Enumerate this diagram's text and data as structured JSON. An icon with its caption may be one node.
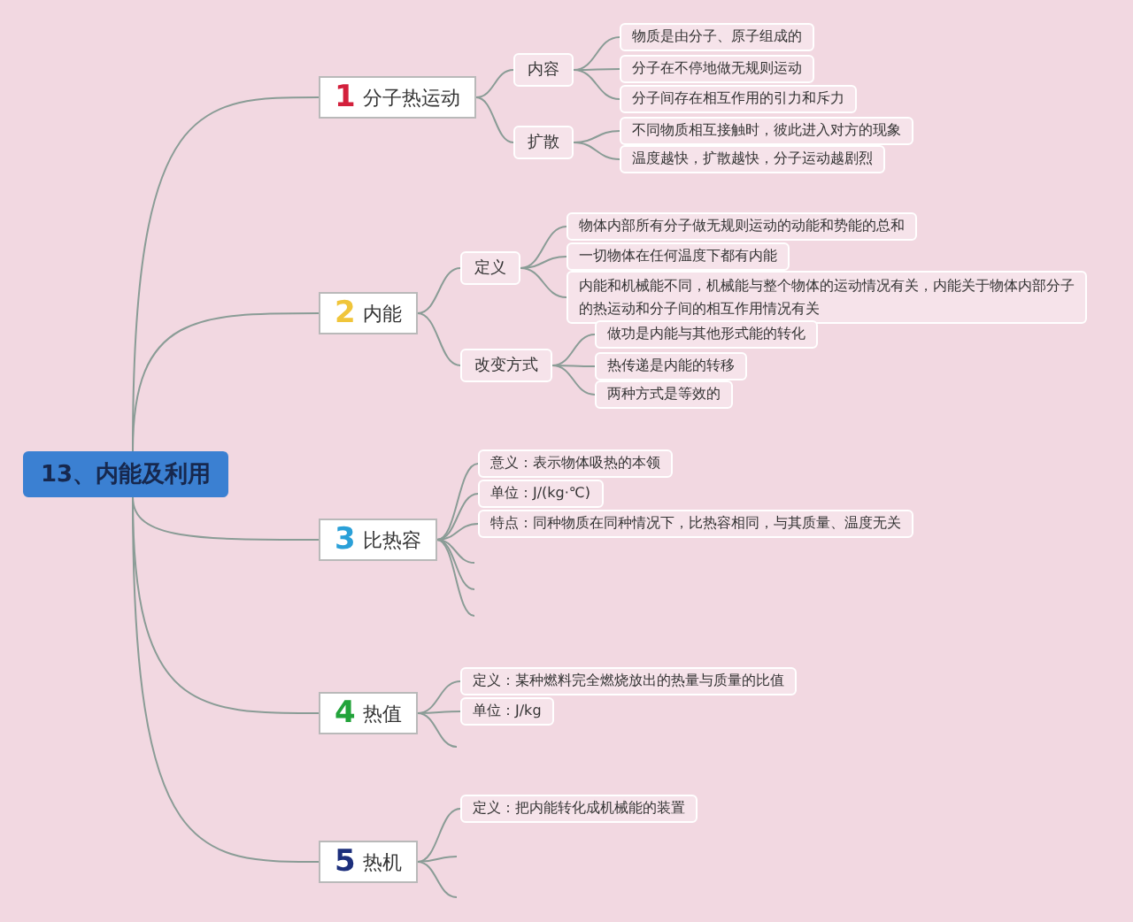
{
  "diagram": {
    "nodes": [
      {
        "text": [
          "13、内能及利用"
        ]
      },
      {
        "text": [
          "1",
          "分子热运动"
        ]
      },
      {
        "text": [
          "内容"
        ]
      },
      {
        "text": [
          "物质是由分子、原子组成的"
        ]
      },
      {
        "text": [
          "分子在不停地做无规则运动"
        ]
      },
      {
        "text": [
          "分子间存在相互作用的引力和斥力"
        ]
      },
      {
        "text": [
          "扩散"
        ]
      },
      {
        "text": [
          "不同物质相互接触时，彼此进入对方的现象"
        ]
      },
      {
        "text": [
          "温度越快，扩散越快，分子运动越剧烈"
        ]
      },
      {
        "text": [
          "2",
          "内能"
        ]
      },
      {
        "text": [
          "定义"
        ]
      },
      {
        "text": [
          "物体内部所有分子做无规则运动的动能和势能的总和"
        ]
      },
      {
        "text": [
          "一切物体在任何温度下都有内能"
        ]
      },
      {
        "text": [
          "内能和机械能不同，机械能与整个物体的运动情况有关，内能关于物体内部分子的热运动和分子间的相互作用情况有关"
        ]
      },
      {
        "text": [
          "改变方式"
        ]
      },
      {
        "text": [
          "做功是内能与其他形式能的转化"
        ]
      },
      {
        "text": [
          "热传递是内能的转移"
        ]
      },
      {
        "text": [
          "两种方式是等效的"
        ]
      },
      {
        "text": [
          "3",
          "比热容"
        ]
      },
      {
        "text": [
          "意义：表示物体吸热的本领"
        ]
      },
      {
        "text": [
          "单位：J/(kg·℃)"
        ]
      },
      {
        "text": [
          "特点：同种物质在同种情况下，比热容相同，与其质量、温度无关"
        ]
      },
      {
        "text": [
          "4",
          "热值"
        ]
      },
      {
        "text": [
          "定义：某种燃料完全燃烧放出的热量与质量的比值"
        ]
      },
      {
        "text": [
          "单位：J/kg"
        ]
      },
      {
        "text": [
          "5",
          "热机"
        ]
      },
      {
        "text": [
          "定义：把内能转化成机械能的装置"
        ]
      }
    ],
    "edges": [
      {
        "from": 0,
        "to": 1,
        "arrow": "none"
      },
      {
        "from": 0,
        "to": 9,
        "arrow": "none"
      },
      {
        "from": 0,
        "to": 18,
        "arrow": "none"
      },
      {
        "from": 0,
        "to": 22,
        "arrow": "none"
      },
      {
        "from": 0,
        "to": 25,
        "arrow": "none"
      },
      {
        "from": 1,
        "to": 2,
        "arrow": "none"
      },
      {
        "from": 1,
        "to": 6,
        "arrow": "none"
      },
      {
        "from": 2,
        "to": 3,
        "arrow": "none"
      },
      {
        "from": 2,
        "to": 4,
        "arrow": "none"
      },
      {
        "from": 2,
        "to": 5,
        "arrow": "none"
      },
      {
        "from": 6,
        "to": 7,
        "arrow": "none"
      },
      {
        "from": 6,
        "to": 8,
        "arrow": "none"
      },
      {
        "from": 9,
        "to": 10,
        "arrow": "none"
      },
      {
        "from": 9,
        "to": 14,
        "arrow": "none"
      },
      {
        "from": 10,
        "to": 11,
        "arrow": "none"
      },
      {
        "from": 10,
        "to": 12,
        "arrow": "none"
      },
      {
        "from": 10,
        "to": 13,
        "arrow": "none"
      },
      {
        "from": 14,
        "to": 15,
        "arrow": "none"
      },
      {
        "from": 14,
        "to": 16,
        "arrow": "none"
      },
      {
        "from": 14,
        "to": 17,
        "arrow": "none"
      },
      {
        "from": 18,
        "to": 19,
        "arrow": "none"
      },
      {
        "from": 18,
        "to": 20,
        "arrow": "none"
      },
      {
        "from": 18,
        "to": 21,
        "arrow": "none"
      },
      {
        "from": 18,
        "to": null,
        "arrow": "none"
      },
      {
        "from": 18,
        "to": null,
        "arrow": "none"
      },
      {
        "from": 18,
        "to": null,
        "arrow": "none"
      },
      {
        "from": 22,
        "to": 23,
        "arrow": "none"
      },
      {
        "from": 22,
        "to": 24,
        "arrow": "none"
      },
      {
        "from": 22,
        "to": null,
        "arrow": "none"
      },
      {
        "from": 25,
        "to": 26,
        "arrow": "none"
      },
      {
        "from": 25,
        "to": null,
        "arrow": "none"
      },
      {
        "from": 25,
        "to": null,
        "arrow": "none"
      }
    ]
  }
}
